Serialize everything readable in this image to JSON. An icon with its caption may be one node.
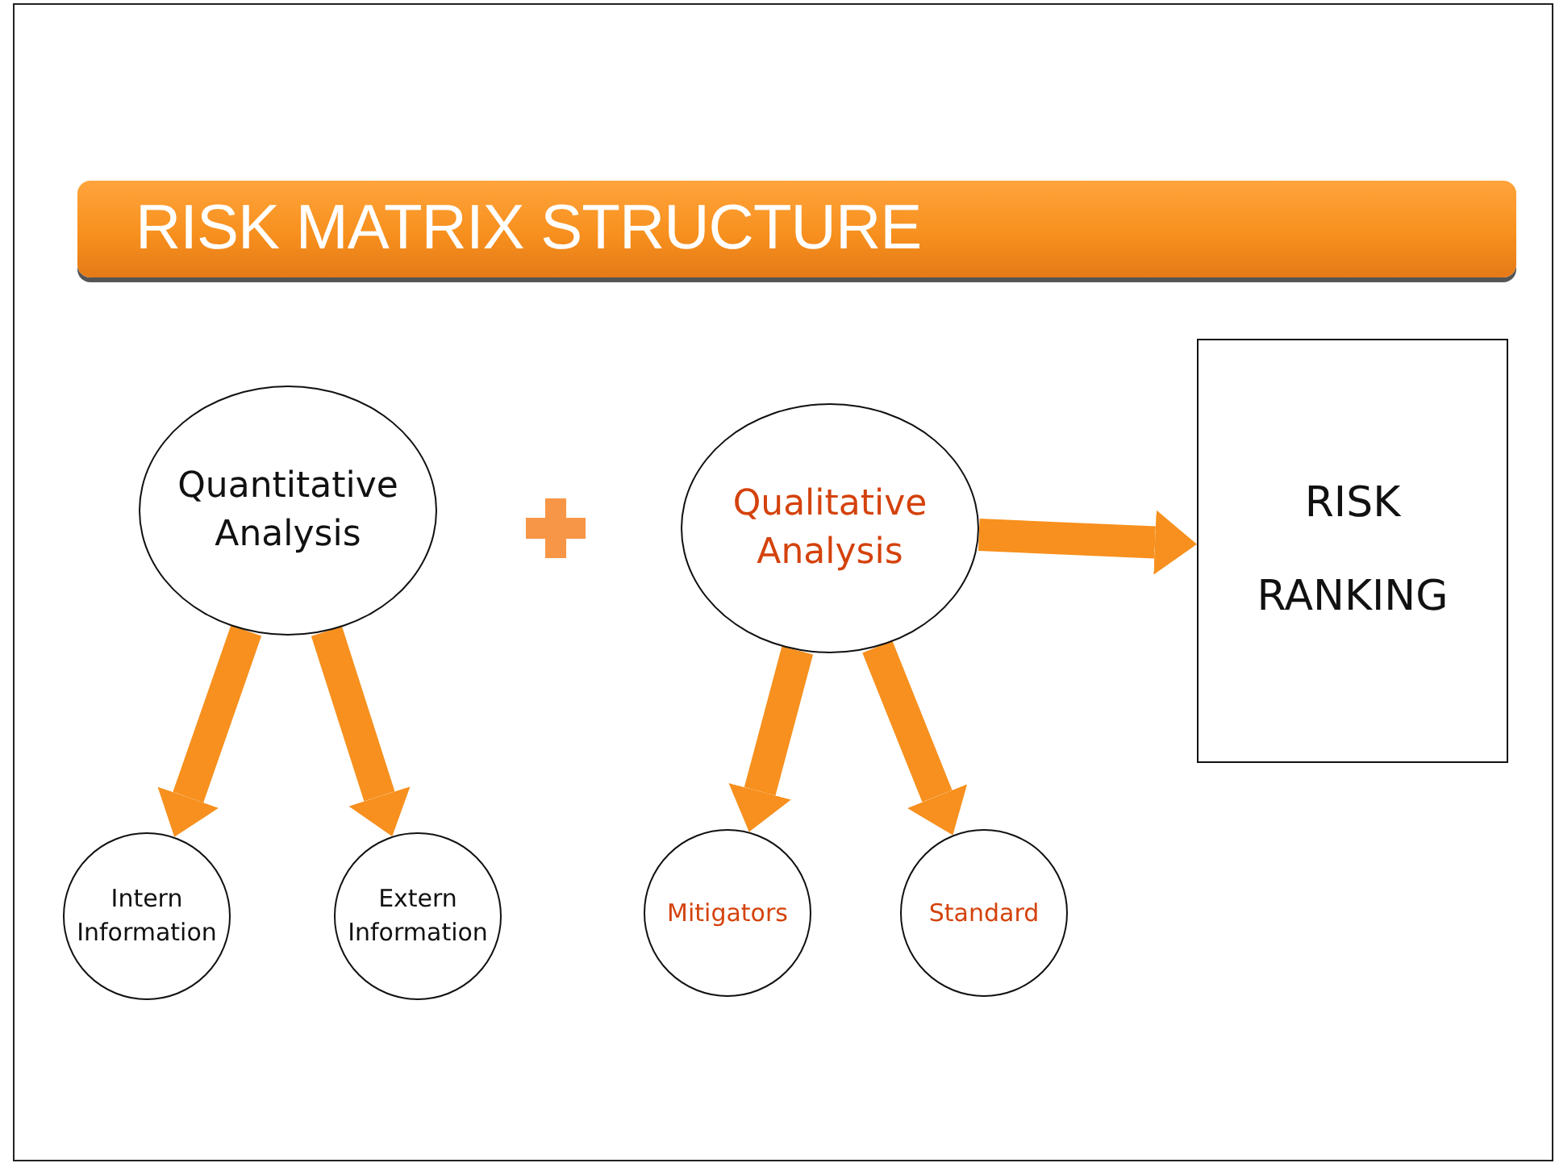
{
  "diagram": {
    "title": "RISK MATRIX STRUCTURE",
    "nodes": [
      {
        "text": [
          "Quantitative Analysis"
        ]
      },
      {
        "text": [
          "Qualitative Analysis"
        ]
      },
      {
        "text": [
          "RISK RANKING"
        ]
      },
      {
        "text": [
          "Intern Information"
        ]
      },
      {
        "text": [
          "Extern Information"
        ]
      },
      {
        "text": [
          "Mitigators"
        ]
      },
      {
        "text": [
          "Standard"
        ]
      }
    ],
    "edges": [
      {
        "from": 1,
        "to": 2,
        "arrow": "to"
      },
      {
        "from": 0,
        "to": 3,
        "arrow": "to"
      },
      {
        "from": 0,
        "to": 4,
        "arrow": "to"
      },
      {
        "from": 1,
        "to": 5,
        "arrow": "to"
      },
      {
        "from": 1,
        "to": 6,
        "arrow": "to"
      }
    ]
  }
}
